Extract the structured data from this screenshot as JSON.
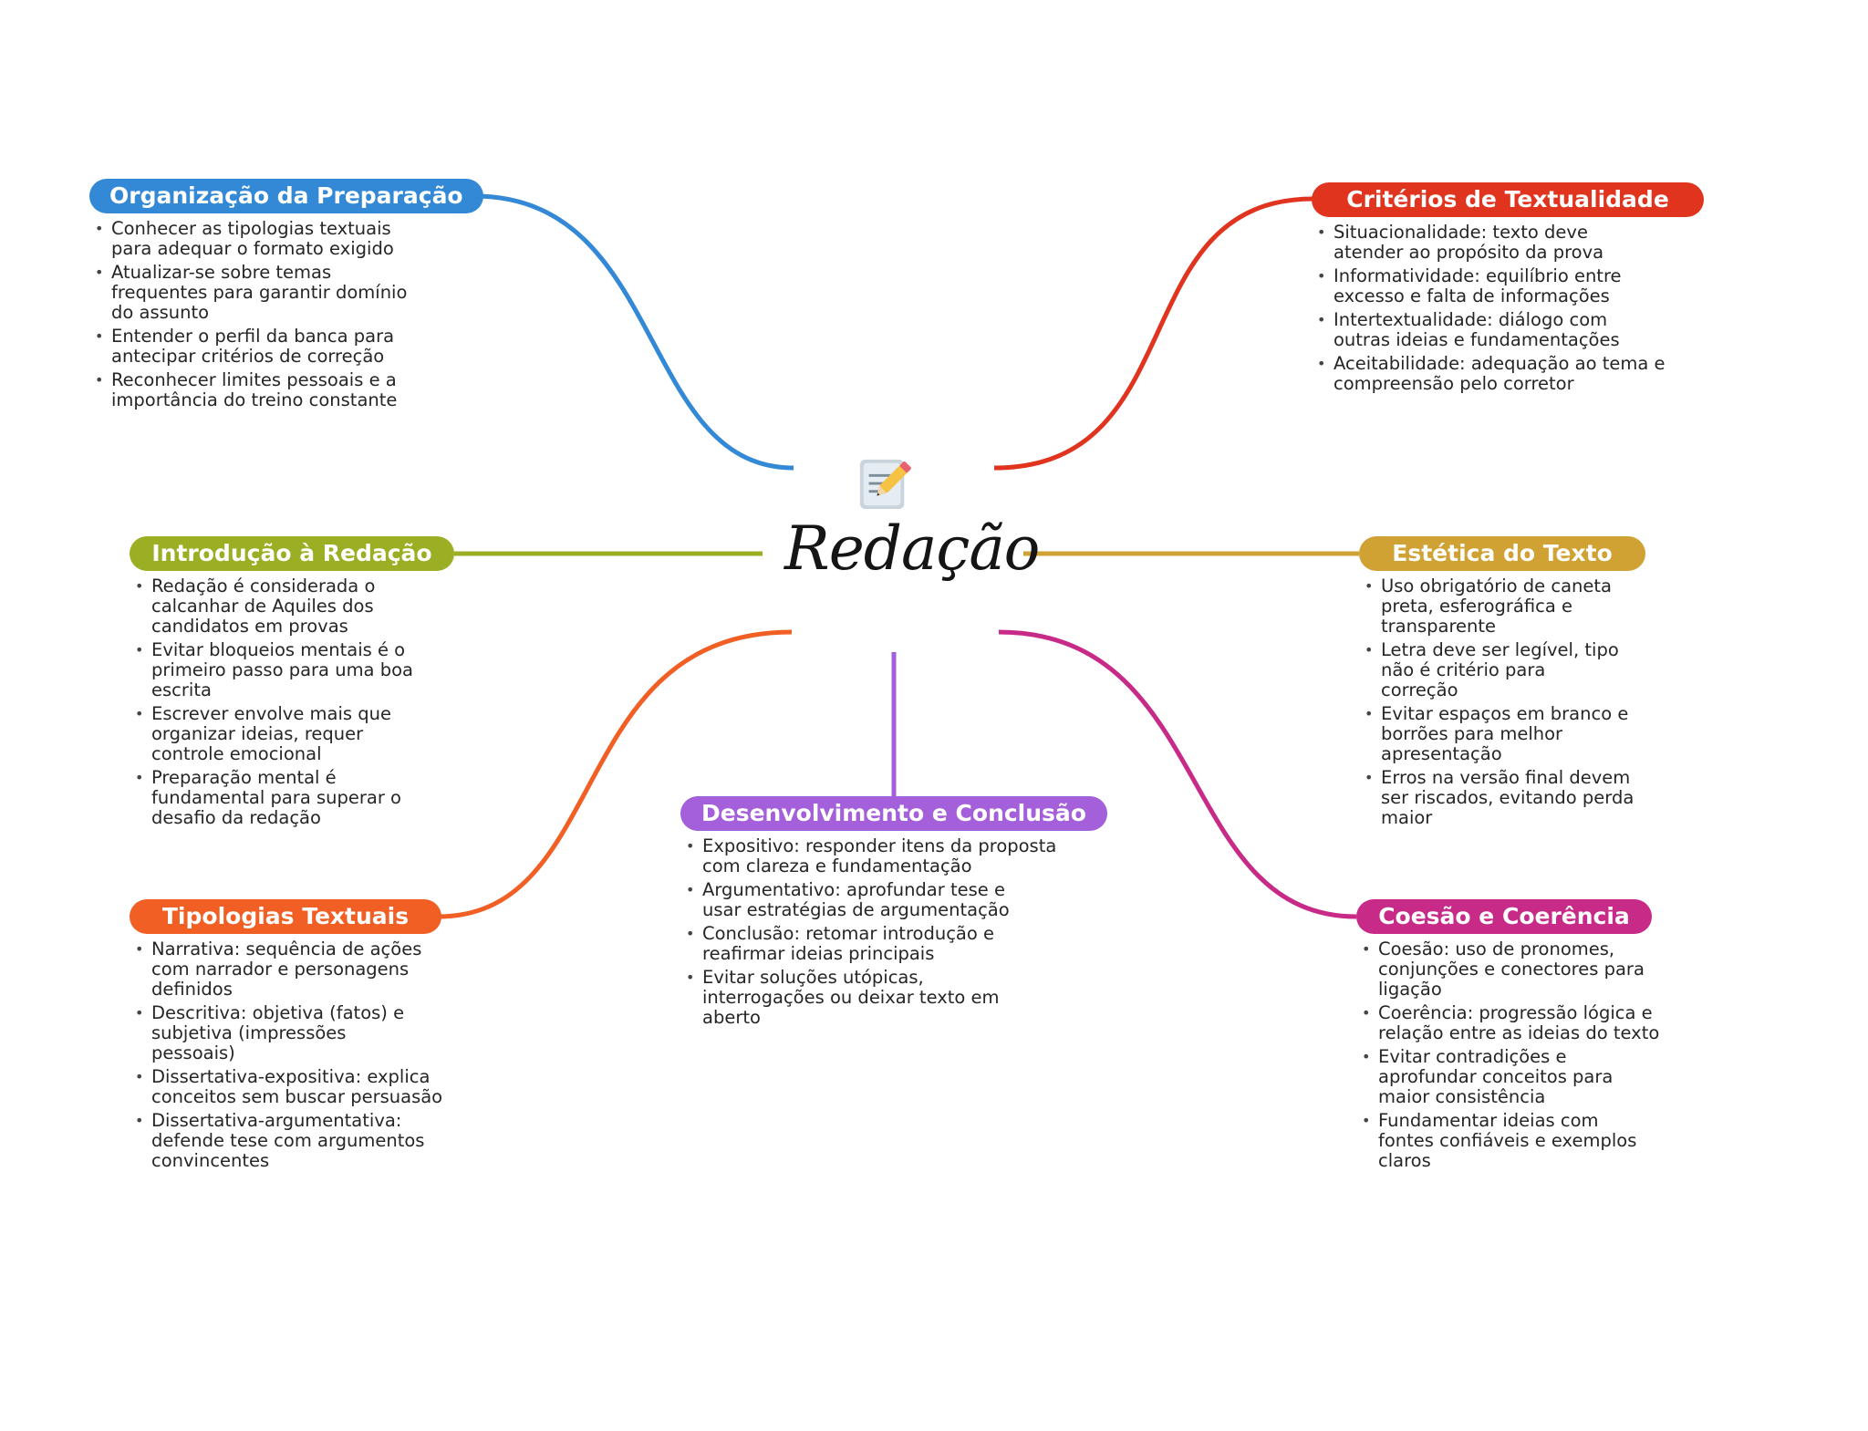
{
  "central": {
    "title": "Redação",
    "icon": "memo-pencil-icon"
  },
  "topics": [
    {
      "id": "organizacao",
      "label": "Organização da Preparação",
      "color": "#3489D6",
      "items": [
        "Conhecer as tipologias textuais para adequar o formato exigido",
        "Atualizar-se sobre temas frequentes para garantir domínio do assunto",
        "Entender o perfil da banca para antecipar critérios de correção",
        "Reconhecer limites pessoais e a importância do treino constante"
      ]
    },
    {
      "id": "criterios",
      "label": "Critérios de Textualidade",
      "color": "#E0341F",
      "items": [
        "Situacionalidade: texto deve atender ao propósito da prova",
        "Informatividade: equilíbrio entre excesso e falta de informações",
        "Intertextualidade: diálogo com outras ideias e fundamentações",
        "Aceitabilidade: adequação ao tema e compreensão pelo corretor"
      ]
    },
    {
      "id": "introducao",
      "label": "Introdução à Redação",
      "color": "#9CAF24",
      "items": [
        "Redação é considerada o calcanhar de Aquiles dos candidatos em provas",
        "Evitar bloqueios mentais é o primeiro passo para uma boa escrita",
        "Escrever envolve mais que organizar ideias, requer controle emocional",
        "Preparação mental é fundamental para superar o desafio da redação"
      ]
    },
    {
      "id": "estetica",
      "label": "Estética do Texto",
      "color": "#CFA233",
      "items": [
        "Uso obrigatório de caneta preta, esferográfica e transparente",
        "Letra deve ser legível, tipo não é critério para correção",
        "Evitar espaços em branco e borrões para melhor apresentação",
        "Erros na versão final devem ser riscados, evitando perda maior"
      ]
    },
    {
      "id": "desenvolvimento",
      "label": "Desenvolvimento e Conclusão",
      "color": "#A45FDA",
      "items": [
        "Expositivo: responder itens da proposta com clareza e fundamentação",
        "Argumentativo: aprofundar tese e usar estratégias de argumentação",
        "Conclusão: retomar introdução e reafirmar ideias principais",
        "Evitar soluções utópicas, interrogações ou deixar texto em aberto"
      ]
    },
    {
      "id": "tipologias",
      "label": "Tipologias Textuais",
      "color": "#F15F24",
      "items": [
        "Narrativa: sequência de ações com narrador e personagens definidos",
        "Descritiva: objetiva (fatos) e subjetiva (impressões pessoais)",
        "Dissertativa-expositiva: explica conceitos sem buscar persuasão",
        "Dissertativa-argumentativa: defende tese com argumentos convincentes"
      ]
    },
    {
      "id": "coesao",
      "label": "Coesão e Coerência",
      "color": "#C82A87",
      "items": [
        "Coesão: uso de pronomes, conjunções e conectores para ligação",
        "Coerência: progressão lógica e relação entre as ideias do texto",
        "Evitar contradições e aprofundar conceitos para maior consistência",
        "Fundamentar ideias com fontes confiáveis e exemplos claros"
      ]
    }
  ]
}
